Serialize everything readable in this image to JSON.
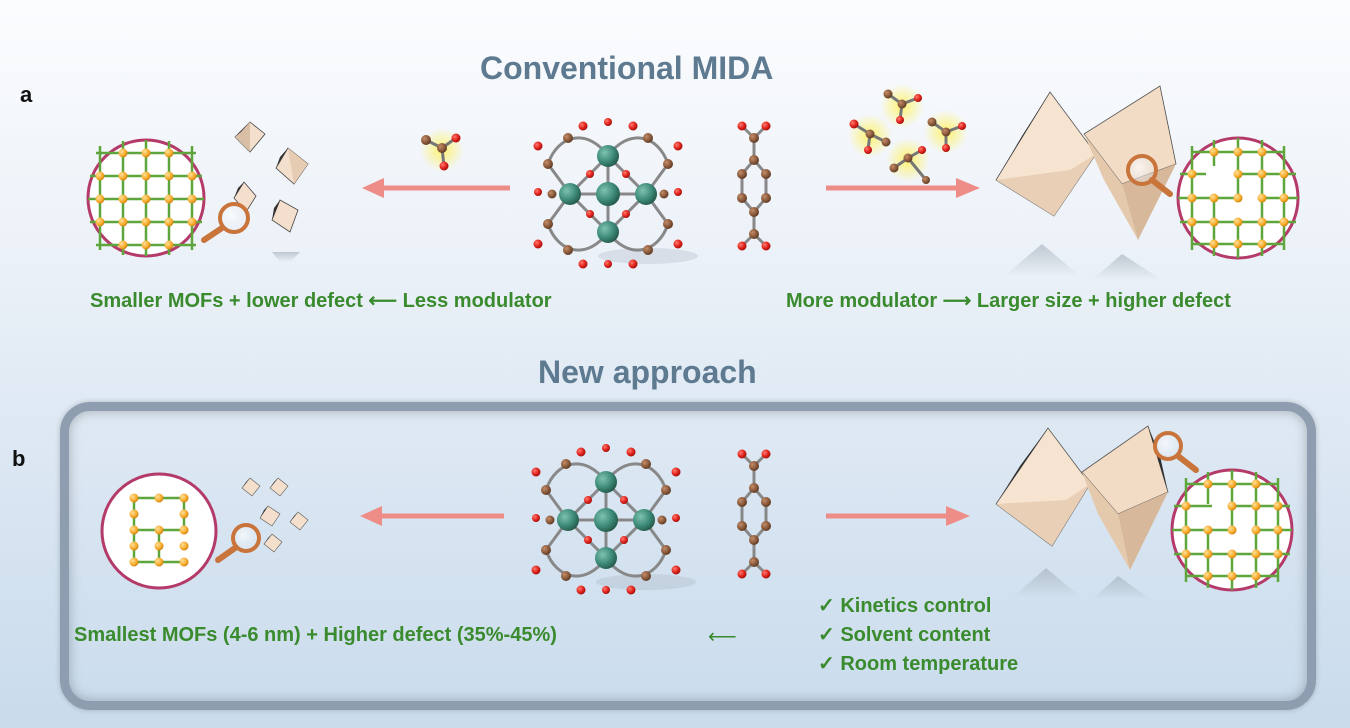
{
  "panels": {
    "a": {
      "letter": "a",
      "heading": "Conventional MIDA",
      "left_caption": "Smaller MOFs + lower defect ⟵ Less modulator",
      "right_caption": "More modulator ⟶ Larger size + higher defect"
    },
    "b": {
      "letter": "b",
      "heading": "New approach",
      "caption": "Smallest MOFs (4-6 nm) + Higher defect (35%-45%)",
      "arrow": "⟵",
      "checklist": [
        "✓ Kinetics control",
        "✓ Solvent content",
        "✓ Room temperature"
      ]
    }
  },
  "colors": {
    "heading": "#5d7a90",
    "caption_green": "#3a8a2e",
    "arrow": "#ee8d88",
    "metal_node": "#3d8a78",
    "oxygen": "#e0211b",
    "carbon": "#8a5a3c",
    "lattice": "#5ea63c",
    "lattice_node": "#f5a623",
    "circle_border": "#b43a6a",
    "frame": "#8f9db0"
  }
}
